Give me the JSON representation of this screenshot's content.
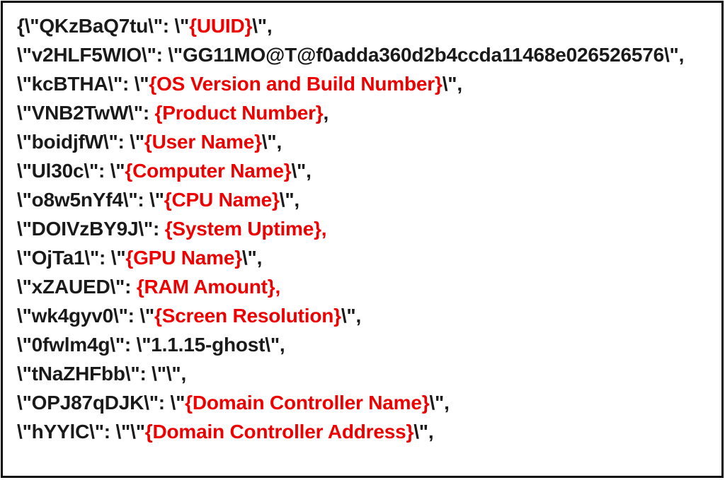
{
  "colors": {
    "text_black": "#1a1a1a",
    "placeholder_red": "#ee0000",
    "background": "#ffffff",
    "frame_border": "#0a0a0a"
  },
  "code": {
    "description": "escaped-json-config-snippet",
    "lines": [
      {
        "segments": [
          {
            "t": "{\\\"QKzBaQ7tu\\\": \\\"",
            "c": "black"
          },
          {
            "t": "{UUID}",
            "c": "red"
          },
          {
            "t": "\\\",",
            "c": "black"
          }
        ]
      },
      {
        "segments": [
          {
            "t": "\\\"v2HLF5WIO\\\": \\\"GG11MO@T@f0adda360d2b4ccda11468e026526576\\\",",
            "c": "black"
          }
        ]
      },
      {
        "segments": [
          {
            "t": "\\\"kcBTHA\\\": \\\"",
            "c": "black"
          },
          {
            "t": "{OS Version and Build Number}",
            "c": "red"
          },
          {
            "t": "\\\",",
            "c": "black"
          }
        ]
      },
      {
        "segments": [
          {
            "t": "\\\"VNB2TwW\\\": ",
            "c": "black"
          },
          {
            "t": "{Product Number}",
            "c": "red"
          },
          {
            "t": ",",
            "c": "black"
          }
        ]
      },
      {
        "segments": [
          {
            "t": "\\\"boidjfW\\\": \\\"",
            "c": "black"
          },
          {
            "t": "{User Name}",
            "c": "red"
          },
          {
            "t": "\\\",",
            "c": "black"
          }
        ]
      },
      {
        "segments": [
          {
            "t": "\\\"Ul30c\\\": \\\"",
            "c": "black"
          },
          {
            "t": "{Computer Name}",
            "c": "red"
          },
          {
            "t": "\\\",",
            "c": "black"
          }
        ]
      },
      {
        "segments": [
          {
            "t": "\\\"o8w5nYf4\\\": \\\"",
            "c": "black"
          },
          {
            "t": "{CPU Name}",
            "c": "red"
          },
          {
            "t": "\\\",",
            "c": "black"
          }
        ]
      },
      {
        "segments": [
          {
            "t": "\\\"DOIVzBY9J\\\": ",
            "c": "black"
          },
          {
            "t": "{System Uptime},",
            "c": "red"
          }
        ]
      },
      {
        "segments": [
          {
            "t": "\\\"OjTa1\\\": \\\"",
            "c": "black"
          },
          {
            "t": "{GPU Name}",
            "c": "red"
          },
          {
            "t": "\\\",",
            "c": "black"
          }
        ]
      },
      {
        "segments": [
          {
            "t": "\\\"xZAUED\\\": ",
            "c": "black"
          },
          {
            "t": "{RAM Amount},",
            "c": "red"
          }
        ]
      },
      {
        "segments": [
          {
            "t": "\\\"wk4gyv0\\\": \\\"",
            "c": "black"
          },
          {
            "t": "{Screen Resolution}",
            "c": "red"
          },
          {
            "t": "\\\",",
            "c": "black"
          }
        ]
      },
      {
        "segments": [
          {
            "t": "\\\"0fwlm4g\\\": \\\"1.1.15-ghost\\\",",
            "c": "black"
          }
        ]
      },
      {
        "segments": [
          {
            "t": "\\\"tNaZHFbb\\\": \\\"\\\",",
            "c": "black"
          }
        ]
      },
      {
        "segments": [
          {
            "t": "\\\"OPJ87qDJK\\\": \\\"",
            "c": "black"
          },
          {
            "t": "{Domain Controller Name}",
            "c": "red"
          },
          {
            "t": "\\\",",
            "c": "black"
          }
        ]
      },
      {
        "segments": [
          {
            "t": "\\\"hYYlC\\\": \\\"\\\"",
            "c": "black"
          },
          {
            "t": "{Domain Controller Address}",
            "c": "red"
          },
          {
            "t": "\\\",",
            "c": "black"
          }
        ]
      }
    ]
  }
}
